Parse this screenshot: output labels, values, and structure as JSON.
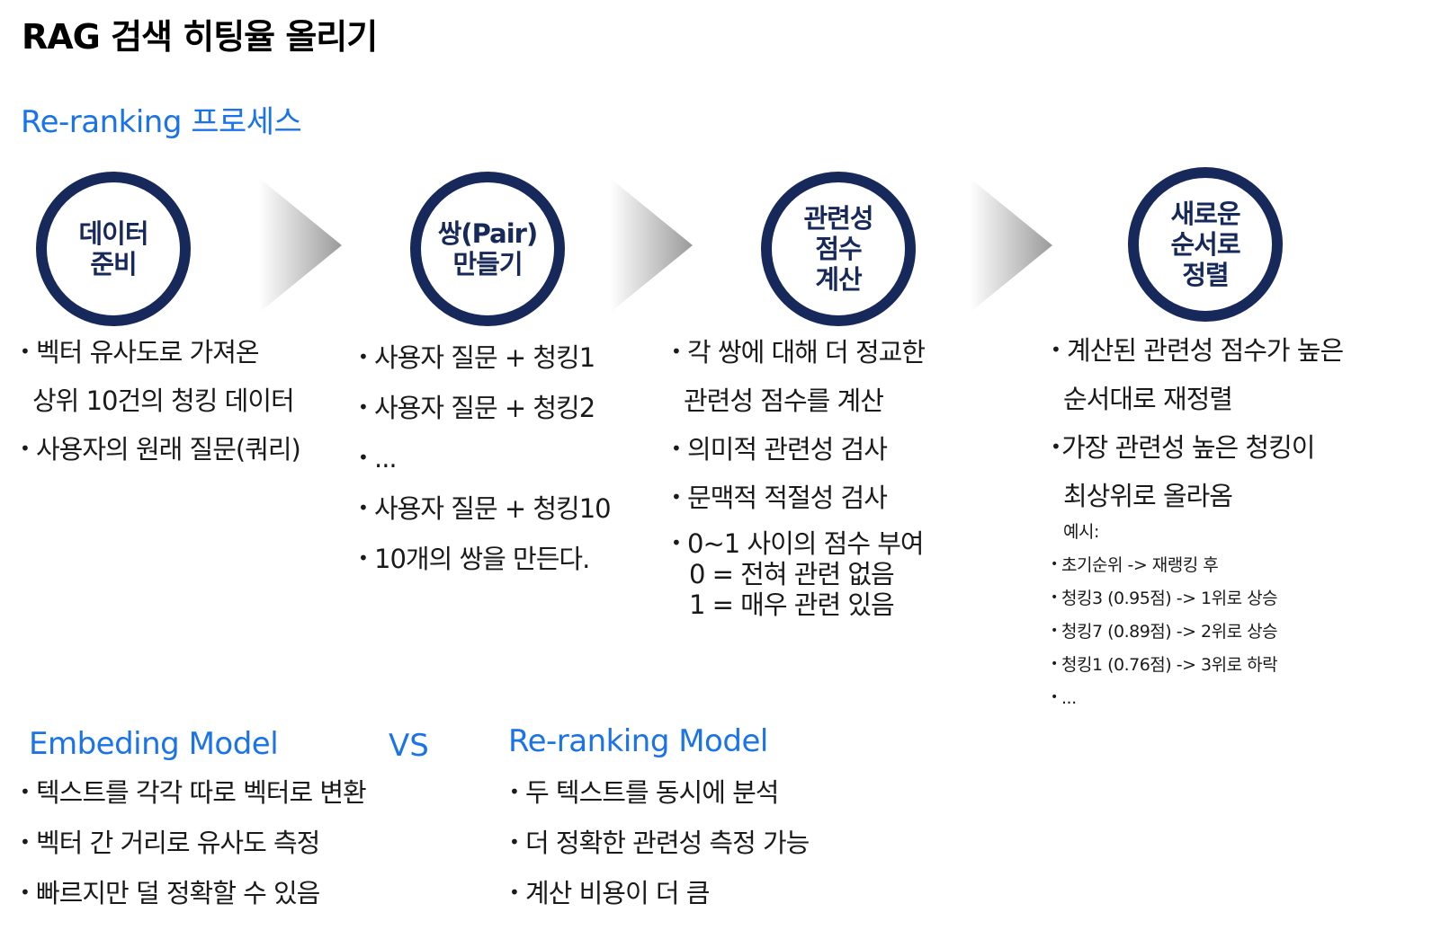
{
  "page_title": "RAG 검색 히팅율 올리기",
  "section_title": "Re-ranking 프로세스",
  "steps": [
    {
      "circle": [
        "데이터",
        "준비"
      ],
      "bullets": [
        {
          "text": "벡터 유사도로 가져온",
          "bullet": true
        },
        {
          "text": "상위 10건의 청킹 데이터",
          "bullet": false
        },
        {
          "text": "사용자의 원래 질문(쿼리)",
          "bullet": true
        }
      ]
    },
    {
      "circle": [
        "쌍(Pair)",
        "만들기"
      ],
      "bullets": [
        {
          "text": "사용자 질문 + 청킹1",
          "bullet": true
        },
        {
          "text": "사용자 질문 + 청킹2",
          "bullet": true
        },
        {
          "text": "...",
          "bullet": true
        },
        {
          "text": "사용자 질문 + 청킹10",
          "bullet": true
        },
        {
          "text": "10개의 쌍을 만든다.",
          "bullet": true
        }
      ]
    },
    {
      "circle": [
        "관련성",
        "점수",
        "계산"
      ],
      "bullets": [
        {
          "text": "각 쌍에 대해 더 정교한",
          "bullet": true
        },
        {
          "text": "관련성 점수를 계산",
          "bullet": false
        },
        {
          "text": "의미적 관련성 검사",
          "bullet": true
        },
        {
          "text": "문맥적 적절성 검사",
          "bullet": true
        },
        {
          "text": "0~1 사이의 점수 부여",
          "bullet": true
        },
        {
          "text": "0 = 전혀 관련 없음",
          "bullet": false
        },
        {
          "text": "1 = 매우 관련 있음",
          "bullet": false
        }
      ]
    },
    {
      "circle": [
        "새로운",
        "순서로",
        "정렬"
      ],
      "bullets": [
        {
          "text": "계산된 관련성 점수가 높은",
          "bullet": true
        },
        {
          "text": "순서대로 재정렬",
          "bullet": false
        },
        {
          "text": "가장 관련성 높은 청킹이",
          "bullet": true
        },
        {
          "text": "최상위로 올라옴",
          "bullet": false
        }
      ],
      "example_label": "예시:",
      "examples": [
        "초기순위 -> 재랭킹 후",
        "청킹3 (0.95점) -> 1위로 상승",
        "청킹7 (0.89점) -> 2위로 상승",
        "청킹1 (0.76점) -> 3위로 하락",
        "..."
      ]
    }
  ],
  "comparison": {
    "left_title": "Embeding Model",
    "vs": "VS",
    "right_title": "Re-ranking Model",
    "left_items": [
      "텍스트를 각각 따로 벡터로 변환",
      "벡터 간 거리로 유사도 측정",
      "빠르지만 덜 정확할 수 있음"
    ],
    "right_items": [
      "두 텍스트를 동시에 분석",
      "더 정확한 관련성 측정 가능",
      "계산 비용이 더 큼"
    ]
  },
  "colors": {
    "accent_blue": "#1a73e8",
    "circle_navy": "#17285a",
    "arrow_gray": "#9a9a9a"
  }
}
